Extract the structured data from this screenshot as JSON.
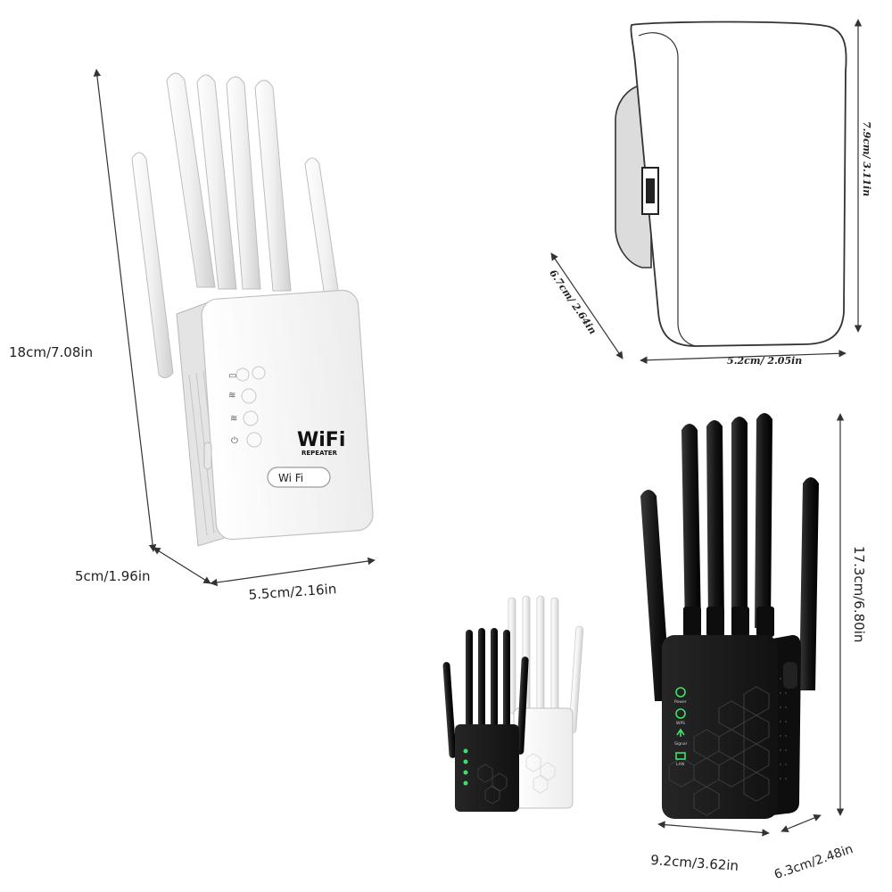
{
  "white_repeater": {
    "height_label": "18cm/7.08in",
    "depth_label": "5cm/1.96in",
    "width_label": "5.5cm/2.16in",
    "logo_main": "WiFi",
    "logo_sub": "REPEATER",
    "badge_text": "Wi  Fi"
  },
  "sketch": {
    "height_label": "7.9cm/ 3.11in",
    "depth_label": "6.7cm/ 2.64in",
    "width_label": "5.2cm/ 2.05in"
  },
  "black_repeater": {
    "height_label": "17.3cm/6.80in",
    "width_label": "9.2cm/3.62in",
    "depth_label": "6.3cm/2.48in",
    "led_labels": [
      "Power",
      "WPS",
      "Signal",
      "LAN"
    ]
  },
  "colors": {
    "led_green": "#3fe06a",
    "black_body": "#1b1b1b",
    "white_body": "#f4f4f4"
  }
}
